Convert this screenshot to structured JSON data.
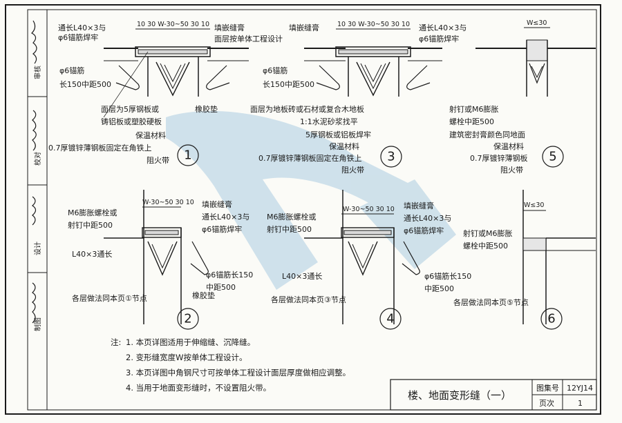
{
  "sidebar": {
    "cells": [
      "审核",
      "校对",
      "设计",
      "制图"
    ]
  },
  "details": [
    {
      "id": "1",
      "dims": "10 30  W-30~50  30 10",
      "labels": {
        "top_left": "通长L40×3与",
        "top_left2": "φ6锚筋焊牢",
        "top_right": "填嵌缝膏",
        "top_right2": "面层按单体工程设计",
        "anchor": "φ6锚筋",
        "anchor2": "长150中距500",
        "rubber": "橡胶垫",
        "surface": "面层为5厚钢板或",
        "surface2": "铸铝板或塑胶硬板",
        "insulation": "保温材料",
        "plate": "0.7厚镀锌薄钢板固定在角铁上",
        "fire": "阻火带"
      }
    },
    {
      "id": "3",
      "dims": "10 30  W-30~50  30 10",
      "labels": {
        "top_left": "填嵌缝膏",
        "top_right": "通长L40×3与",
        "top_right2": "φ6锚筋焊牢",
        "anchor": "φ6锚筋",
        "anchor2": "长150中距500",
        "surface": "面层为地板砖或石材或复合木地板",
        "mortar": "1:1水泥砂浆找平",
        "steel": "5厚钢板或铝板焊牢",
        "insulation": "保温材料",
        "plate": "0.7厚镀锌薄钢板固定在角铁上",
        "fire": "阻火带"
      }
    },
    {
      "id": "5",
      "dims": "W≤30",
      "labels": {
        "nail": "射钉或M6膨胀",
        "nail2": "螺栓中距500",
        "sealant": "建筑密封膏颜色同地面",
        "insulation": "保温材料",
        "plate": "0.7厚镀锌薄钢板",
        "fire": "阻火带"
      }
    },
    {
      "id": "2",
      "dims": "W-30~50  30 10",
      "labels": {
        "bolt": "M6膨胀螺栓或",
        "bolt2": "射钉中距500",
        "fill": "填嵌缝膏",
        "weld": "通长L40×3与",
        "weld2": "φ6锚筋焊牢",
        "angle": "L40×3通长",
        "anchor": "φ6锚筋长150",
        "anchor2": "中距500",
        "same": "各层做法同本页①节点",
        "rubber": "橡胶垫"
      }
    },
    {
      "id": "4",
      "dims": "W-30~50  30 10",
      "labels": {
        "bolt": "M6膨胀螺栓或",
        "bolt2": "射钉中距500",
        "fill": "填嵌缝膏",
        "weld": "通长L40×3与",
        "weld2": "φ6锚筋焊牢",
        "angle": "L40×3通长",
        "anchor": "φ6锚筋长150",
        "anchor2": "中距500",
        "same": "各层做法同本页③节点"
      }
    },
    {
      "id": "6",
      "dims": "W≤30",
      "labels": {
        "nail": "射钉或M6膨胀",
        "nail2": "螺栓中距500",
        "same": "各层做法同本页⑤节点"
      }
    }
  ],
  "notes": {
    "prefix": "注:",
    "items": [
      "1.  本页详图适用于伸缩缝、沉降缝。",
      "2.  变形缝宽度W按单体工程设计。",
      "3.  本页详图中角钢尺寸可按单体工程设计面层厚度做相应调整。",
      "4.  当用于地面变形缝时，不设置阻火带。"
    ]
  },
  "titleblock": {
    "title": "楼、地面变形缝（一）",
    "atlas_label": "图集号",
    "atlas_value": "12YJ14",
    "page_label": "页次",
    "page_value": "1"
  },
  "watermark_color": "#7fb2d4"
}
